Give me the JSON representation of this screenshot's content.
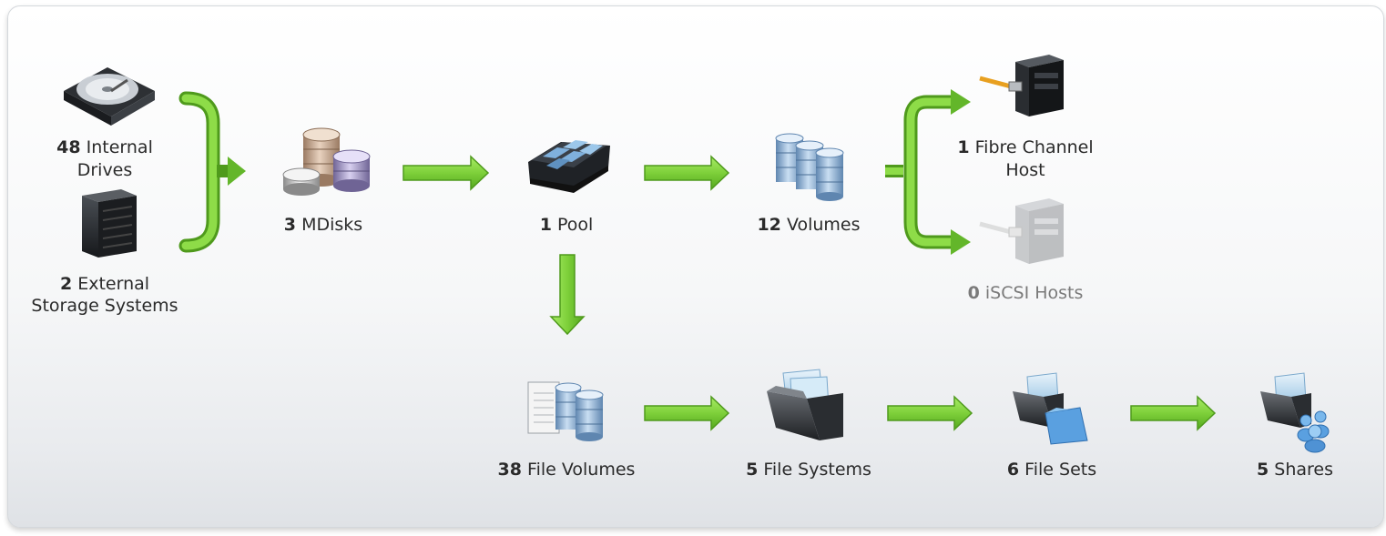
{
  "nodes": {
    "internal_drives": {
      "count": "48",
      "text1": "Internal",
      "text2": "Drives",
      "icon": "hard-drive-icon"
    },
    "external_storage": {
      "count": "2",
      "text1": "External",
      "text2": "Storage Systems",
      "icon": "storage-system-icon"
    },
    "mdisks": {
      "count": "3",
      "text": "MDisks",
      "icon": "mdisks-icon"
    },
    "pool": {
      "count": "1",
      "text": "Pool",
      "icon": "pool-icon"
    },
    "volumes": {
      "count": "12",
      "text": "Volumes",
      "icon": "volumes-icon"
    },
    "fc_host": {
      "count": "1",
      "text1": "Fibre Channel",
      "text2": "Host",
      "icon": "fibre-channel-host-icon"
    },
    "iscsi_hosts": {
      "count": "0",
      "text": "iSCSI Hosts",
      "icon": "iscsi-host-icon"
    },
    "file_volumes": {
      "count": "38",
      "text": "File Volumes",
      "icon": "file-volumes-icon"
    },
    "file_systems": {
      "count": "5",
      "text": "File Systems",
      "icon": "file-systems-icon"
    },
    "file_sets": {
      "count": "6",
      "text": "File Sets",
      "icon": "file-sets-icon"
    },
    "shares": {
      "count": "5",
      "text": "Shares",
      "icon": "shares-icon"
    }
  },
  "colors": {
    "arrow": "#7ed03a",
    "arrow_dark": "#4f9a1c",
    "label": "#2a2a2a",
    "label_dim": "#7a7a7a"
  }
}
